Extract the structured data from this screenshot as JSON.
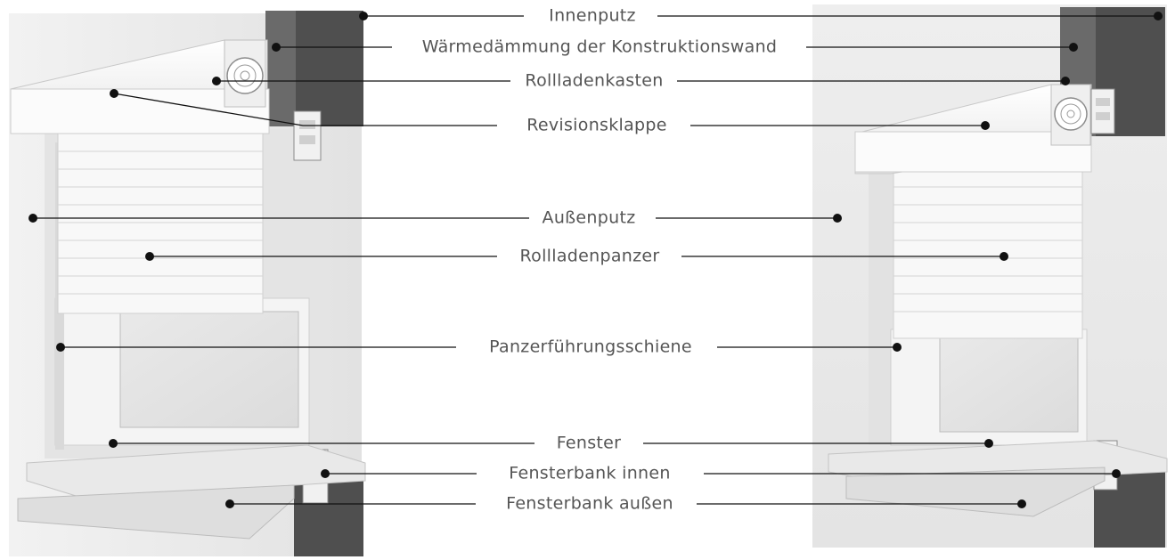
{
  "labels": {
    "innenputz": "Innenputz",
    "waermedaemmung": "Wärmedämmung der Konstruktionswand",
    "rollladenkasten": "Rollladenkasten",
    "revisionsklappe": "Revisionsklappe",
    "aussenputz": "Außenputz",
    "rollladenpanzer": "Rollladenpanzer",
    "panzerfuehrungsschiene": "Panzerführungsschiene",
    "fenster": "Fenster",
    "fensterbank_innen": "Fensterbank innen",
    "fensterbank_aussen": "Fensterbank außen"
  },
  "colors": {
    "wall_dark": "#4d4d4d",
    "wall_light": "#ececec",
    "shutter": "#f7f7f7",
    "leader": "#111111",
    "label_text": "#555555"
  }
}
